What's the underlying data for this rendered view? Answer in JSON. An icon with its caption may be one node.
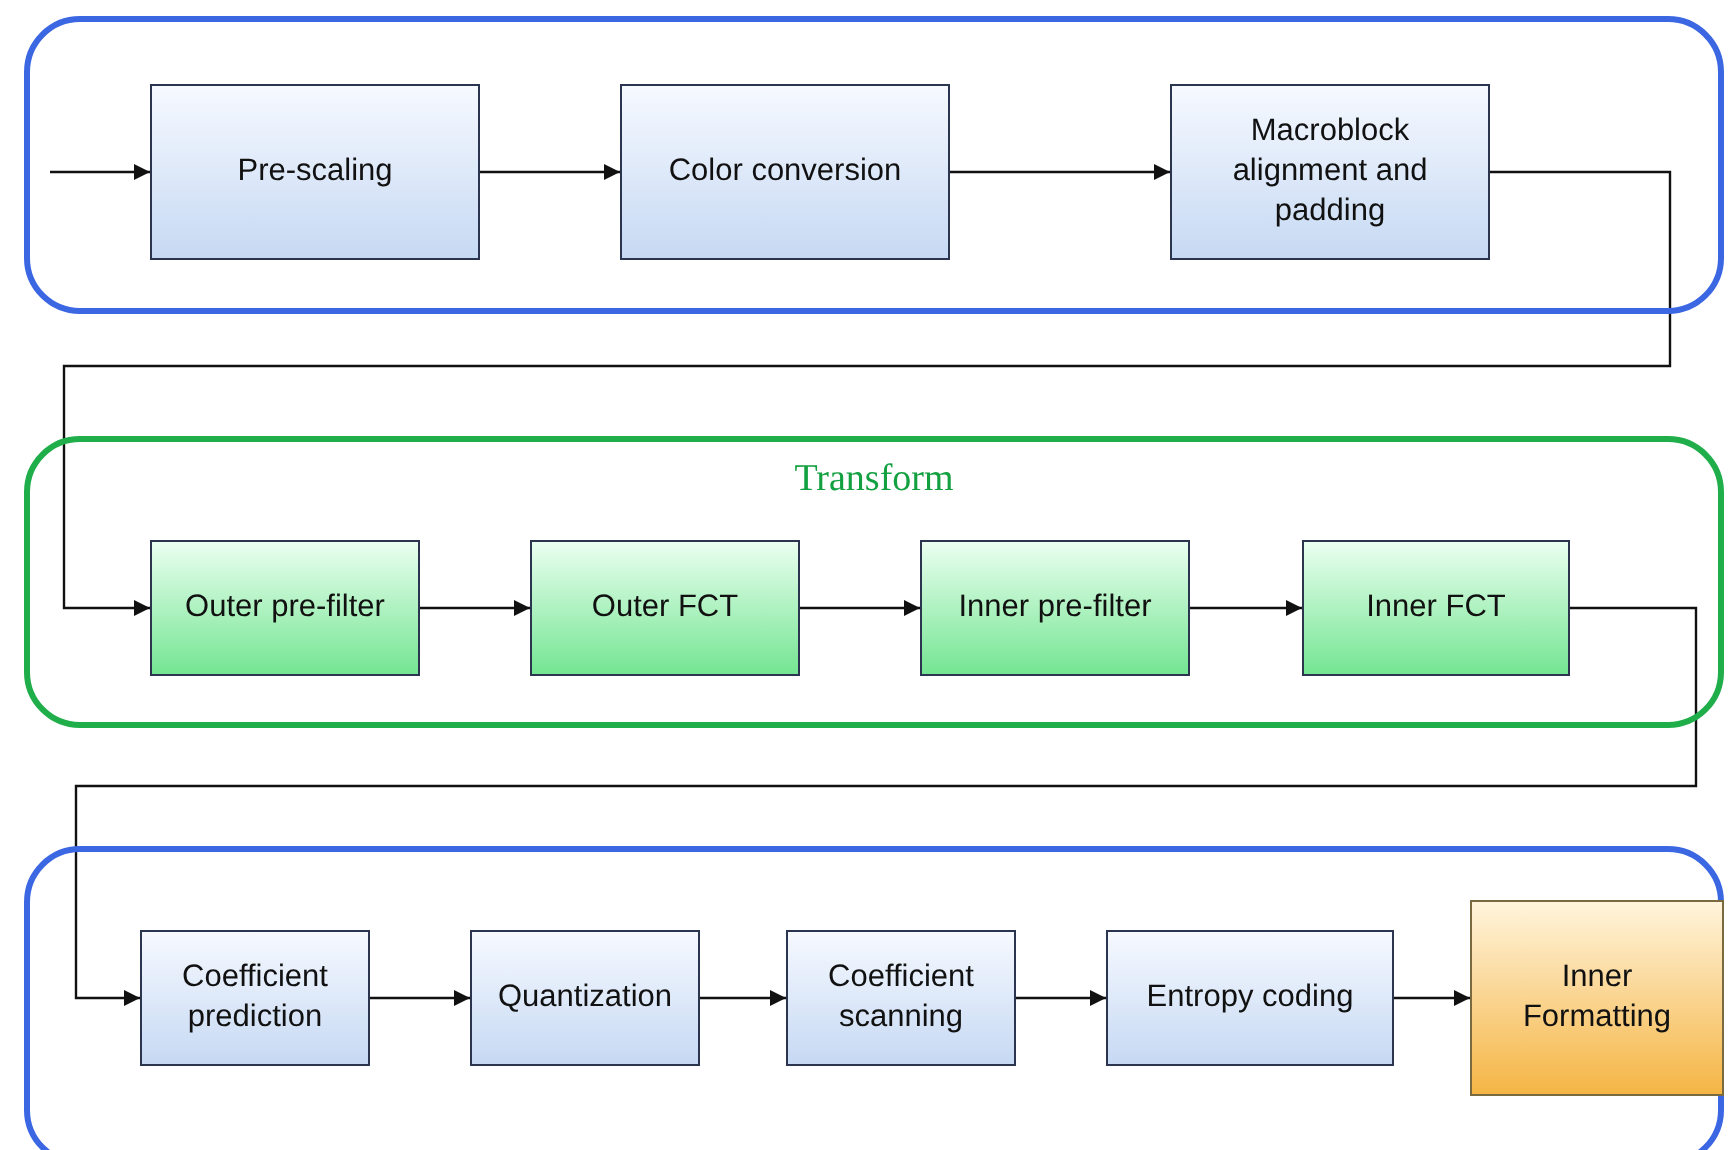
{
  "diagram": {
    "nodes": [
      {
        "text": [],
        "shape": "box"
      },
      {
        "text": [
          "Pre-scaling"
        ],
        "in": 0
      },
      {
        "text": [
          "Color conversion"
        ],
        "in": 0
      },
      {
        "text": [
          "Macroblock alignment and padding"
        ],
        "in": 0
      },
      {
        "text": [
          "Transform"
        ]
      },
      {
        "text": [
          "Outer pre-filter"
        ],
        "in": 4
      },
      {
        "text": [
          "Outer FCT"
        ],
        "in": 4
      },
      {
        "text": [
          "Inner pre-filter"
        ],
        "in": 4
      },
      {
        "text": [
          "Inner FCT"
        ],
        "in": 4
      },
      {
        "text": [],
        "shape": "box"
      },
      {
        "text": [
          "Coefficient prediction"
        ],
        "in": 9
      },
      {
        "text": [
          "Quantization"
        ],
        "in": 9
      },
      {
        "text": [
          "Coefficient scanning"
        ],
        "in": 9
      },
      {
        "text": [
          "Entropy coding"
        ],
        "in": 9
      },
      {
        "text": [
          "Inner Formatting"
        ],
        "in": 9
      }
    ],
    "edges": [
      {
        "from": null,
        "to": 1,
        "arrow": "to"
      },
      {
        "from": 1,
        "to": 2,
        "arrow": "to"
      },
      {
        "from": 2,
        "to": 3,
        "arrow": "to"
      },
      {
        "from": 3,
        "to": 5,
        "arrow": "to"
      },
      {
        "from": 5,
        "to": 6,
        "arrow": "to"
      },
      {
        "from": 6,
        "to": 7,
        "arrow": "to"
      },
      {
        "from": 7,
        "to": 8,
        "arrow": "to"
      },
      {
        "from": 8,
        "to": 10,
        "arrow": "to"
      },
      {
        "from": 10,
        "to": 11,
        "arrow": "to"
      },
      {
        "from": 11,
        "to": 12,
        "arrow": "to"
      },
      {
        "from": 12,
        "to": 13,
        "arrow": "to"
      },
      {
        "from": 13,
        "to": 14,
        "arrow": "to"
      }
    ]
  }
}
